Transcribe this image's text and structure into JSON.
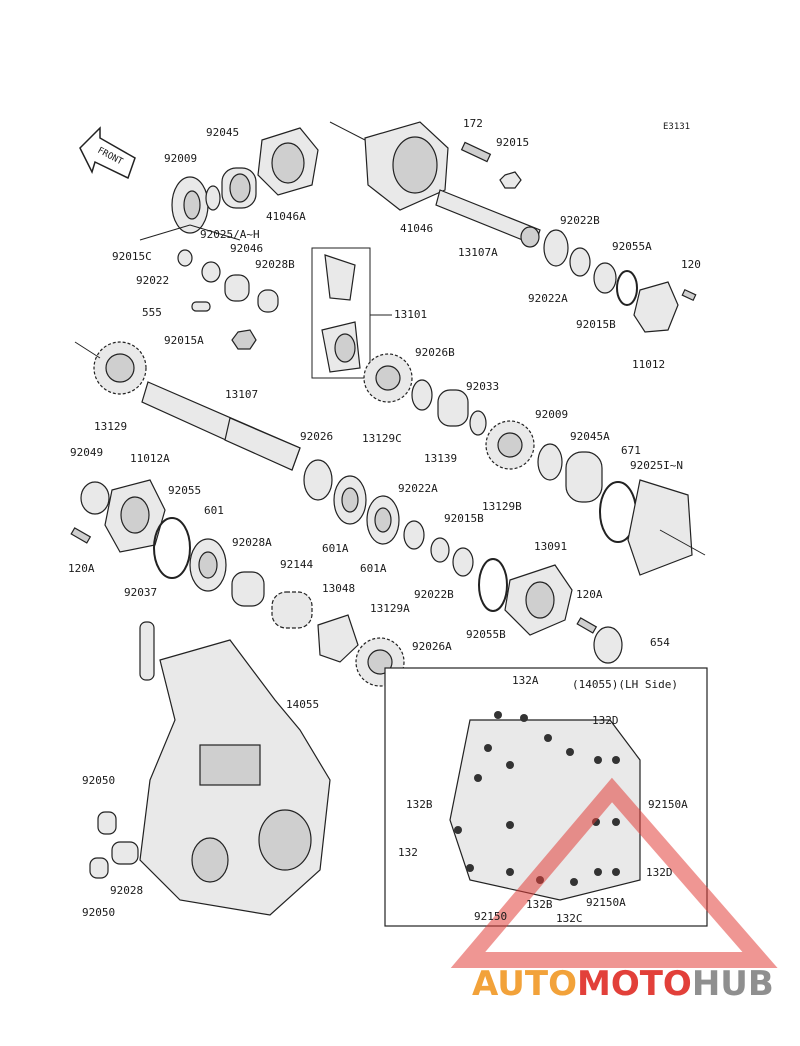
{
  "diagram_code": "E3131",
  "front_label": "FRONT",
  "inset_title": "(14055)(LH Side)",
  "watermark": {
    "part1": "AUTO",
    "part2": "MOTO",
    "part3": "HUB",
    "color_orange": "#f2a23a",
    "color_red": "#e2403a",
    "color_grey": "#8f8f8f"
  },
  "labels": {
    "l92045": "92045",
    "l92009a": "92009",
    "l41046A": "41046A",
    "l92025AH": "92025/A~H",
    "l92015C": "92015C",
    "l92046": "92046",
    "l92022": "92022",
    "l92028B": "92028B",
    "l555": "555",
    "l92015A": "92015A",
    "l172": "172",
    "l92015": "92015",
    "lE": "E3131",
    "l41046": "41046",
    "l13107A": "13107A",
    "l92022B": "92022B",
    "l92055A": "92055A",
    "l120a": "120",
    "l92022A": "92022A",
    "l92015B": "92015B",
    "l11012": "11012",
    "l13101": "13101",
    "l92026B": "92026B",
    "l13129": "13129",
    "l13107": "13107",
    "l13129C": "13129C",
    "l92033": "92033",
    "l13139": "13139",
    "l92009b": "92009",
    "l92045A": "92045A",
    "l671": "671",
    "l92025IN": "92025I~N",
    "l13129B": "13129B",
    "l92026": "92026",
    "l92049": "92049",
    "l11012A": "11012A",
    "l92055": "92055",
    "l601": "601",
    "l92028A": "92028A",
    "l120A": "120A",
    "l601A": "601A",
    "l601A2": "601A",
    "l92022A2": "92022A",
    "l92015B2": "92015B",
    "l13091": "13091",
    "l92144": "92144",
    "l13048": "13048",
    "l13129A": "13129A",
    "l92022B2": "92022B",
    "l92055B": "92055B",
    "l120A2": "120A",
    "l654": "654",
    "l92037": "92037",
    "l92026A": "92026A",
    "l14055": "14055",
    "l92050a": "92050",
    "l92028": "92028",
    "l92050b": "92050",
    "l132A": "132A",
    "l132D": "132D",
    "l132B": "132B",
    "l92150A": "92150A",
    "l132": "132",
    "l132D2": "132D",
    "l92150A2": "92150A",
    "l92150": "92150",
    "l132B2": "132B",
    "l132C": "132C"
  }
}
